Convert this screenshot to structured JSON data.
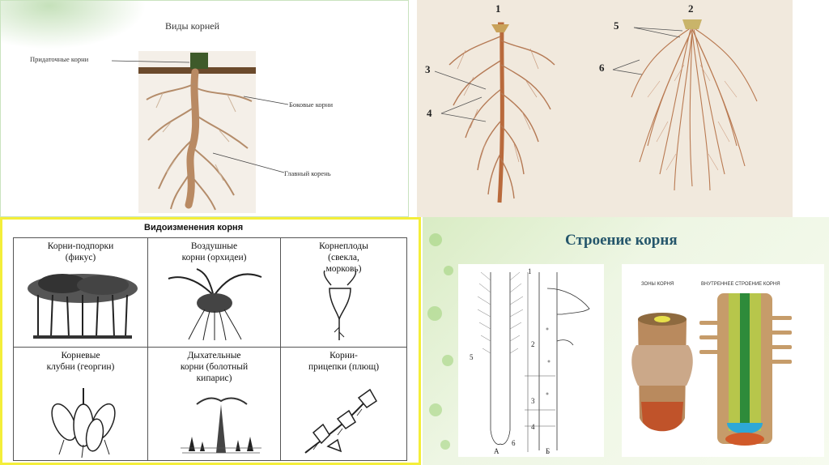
{
  "panel_types": {
    "title": "Виды корней",
    "labels": {
      "adventitious": "Придаточные корни",
      "lateral": "Боковые корни",
      "main": "Главный корень"
    }
  },
  "panel_systems": {
    "numbers": [
      "1",
      "2",
      "3",
      "4",
      "5",
      "6"
    ]
  },
  "panel_modifications": {
    "title": "Видоизменения корня",
    "cells": [
      {
        "line1": "Корни-подпорки",
        "line2": "(фикус)",
        "line3": ""
      },
      {
        "line1": "Воздушные",
        "line2": "корни (орхидеи)",
        "line3": ""
      },
      {
        "line1": "Корнеплоды",
        "line2": "(свекла,",
        "line3": "морковь)"
      },
      {
        "line1": "Корневые",
        "line2": "клубни (георгин)",
        "line3": ""
      },
      {
        "line1": "Дыхательные",
        "line2": "корни (болотный",
        "line3": "кипарис)"
      },
      {
        "line1": "Корни-",
        "line2": "прицепки (плющ)",
        "line3": ""
      }
    ]
  },
  "panel_structure": {
    "title": "Строение корня",
    "left_diagram": {
      "zone_numbers": [
        "1",
        "2",
        "3",
        "4",
        "5",
        "6"
      ],
      "letters": [
        "А",
        "Б"
      ]
    },
    "right_diagram": {
      "label_zones": "ЗОНЫ КОРНЯ",
      "label_internal": "ВНУТРЕННЕЕ СТРОЕНИЕ КОРНЯ"
    }
  }
}
